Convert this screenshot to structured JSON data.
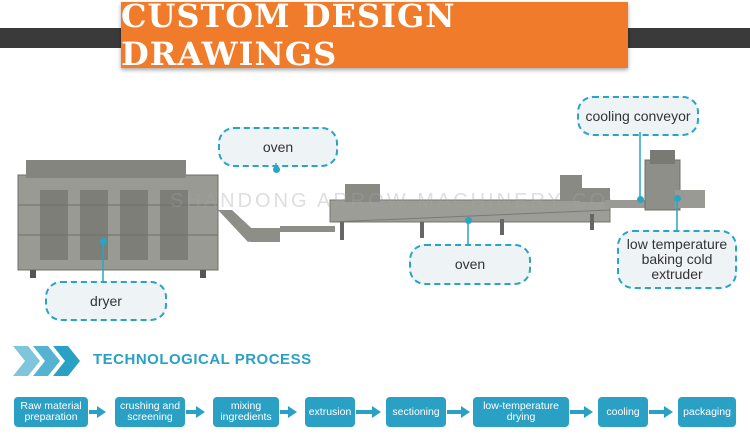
{
  "header": {
    "title": "CUSTOM DESIGN DRAWINGS"
  },
  "watermark": "SHANDONG ARROW MACHINERY CO.",
  "callouts": {
    "oven_top": "oven",
    "cooling_conveyor": "cooling conveyor",
    "dryer": "dryer",
    "oven_bottom": "oven",
    "extruder": "low temperature baking cold extruder"
  },
  "process": {
    "title": "TECHNOLOGICAL PROCESS",
    "steps": [
      "Raw material preparation",
      "crushing and screening",
      "mixing ingredients",
      "extrusion",
      "sectioning",
      "low-temperature drying",
      "cooling",
      "packaging"
    ]
  },
  "colors": {
    "accent": "#f07b2a",
    "teal": "#2aa0c5"
  }
}
